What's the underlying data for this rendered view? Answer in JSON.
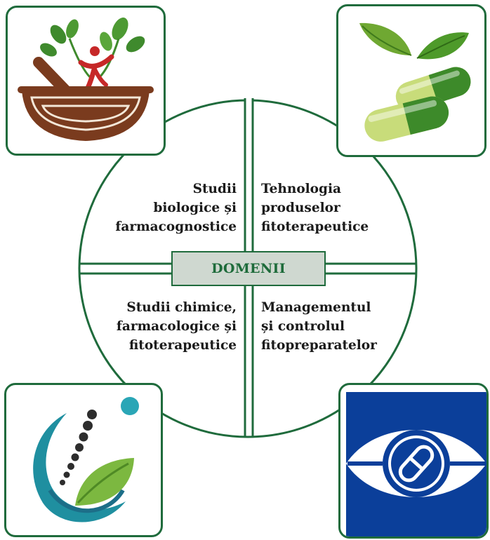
{
  "colors": {
    "frame_green": "#1f6b3c",
    "center_fill": "#cfd8d0",
    "center_text": "#1d6b3a",
    "quadrant_text": "#1a1a1a"
  },
  "center": {
    "label": "DOMENII"
  },
  "quadrants": {
    "top_left": [
      "Studii",
      "biologice și",
      "farmacognostice"
    ],
    "top_right": [
      "Tehnologia",
      "produselor",
      "fitoterapeutice"
    ],
    "bottom_left": [
      "Studii chimice,",
      "farmacologice și",
      "fitoterapeutice"
    ],
    "bottom_right": [
      "Managementul",
      "și controlul",
      "fitopreparatelor"
    ]
  },
  "images": {
    "top_left": "mortar-herbs-icon",
    "top_right": "capsules-leaves-icon",
    "bottom_left": "spine-leaf-icon",
    "bottom_right": "eye-capsule-icon"
  }
}
